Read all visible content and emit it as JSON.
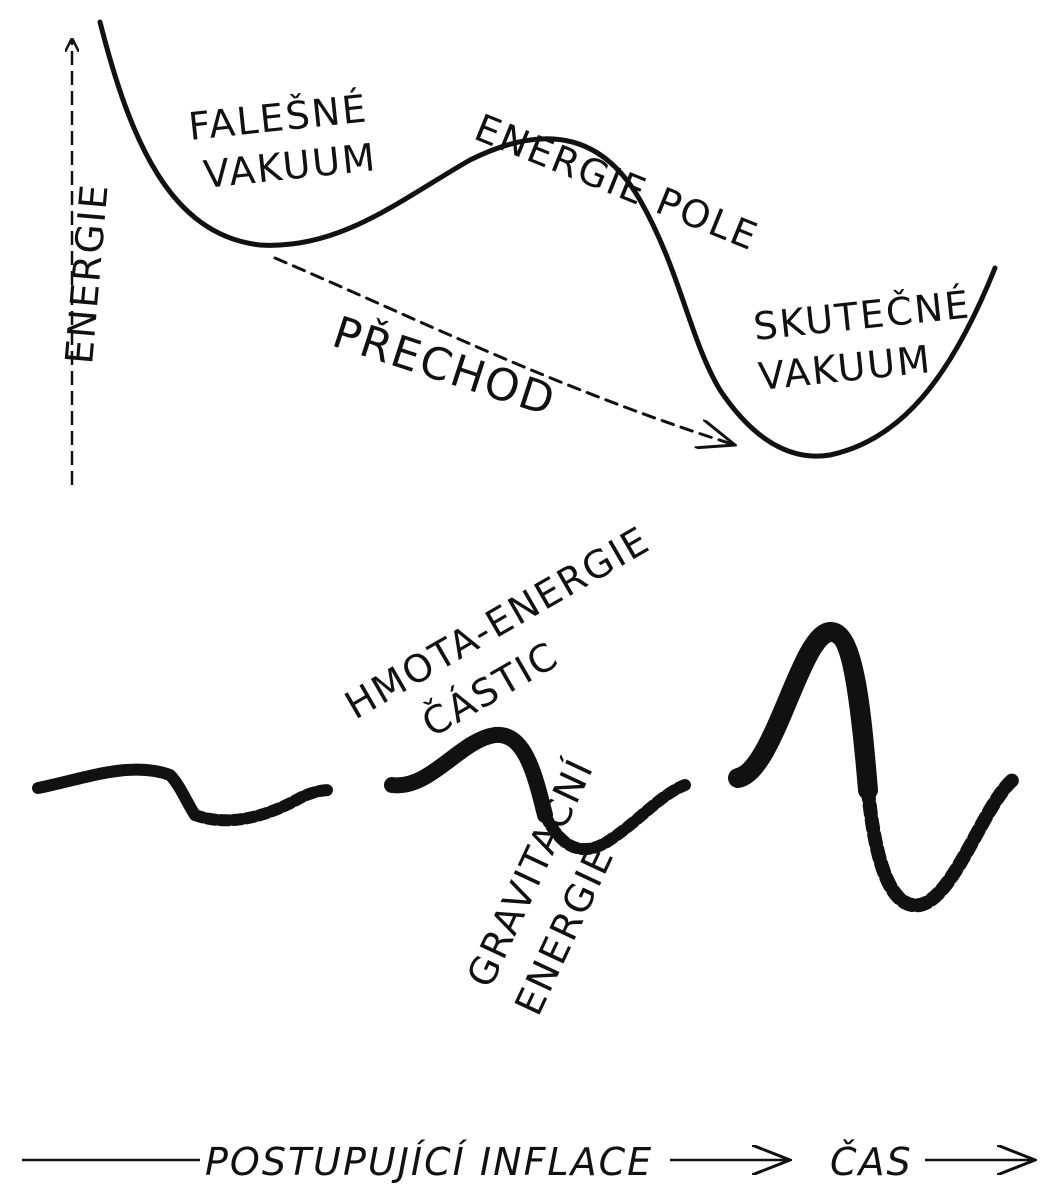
{
  "labels": {
    "energy_axis": "ENERGIE",
    "false_vacuum_line1": "FALEŠNÉ",
    "false_vacuum_line2": "VAKUUM",
    "field_energy": "ENERGIE POLE",
    "true_vacuum_line1": "SKUTEČNÉ",
    "true_vacuum_line2": "VAKUUM",
    "transition": "PŘECHOD",
    "particle_energy_line1": "HMOTA-ENERGIE",
    "particle_energy_line2": "ČÁSTIC",
    "grav_energy_line1": "GRAVITAČNÍ",
    "grav_energy_line2": "ENERGIE",
    "inflation": "POSTUPUJÍCÍ INFLACE",
    "time": "ČAS"
  },
  "colors": {
    "ink": "#111111",
    "paper": "#ffffff"
  }
}
